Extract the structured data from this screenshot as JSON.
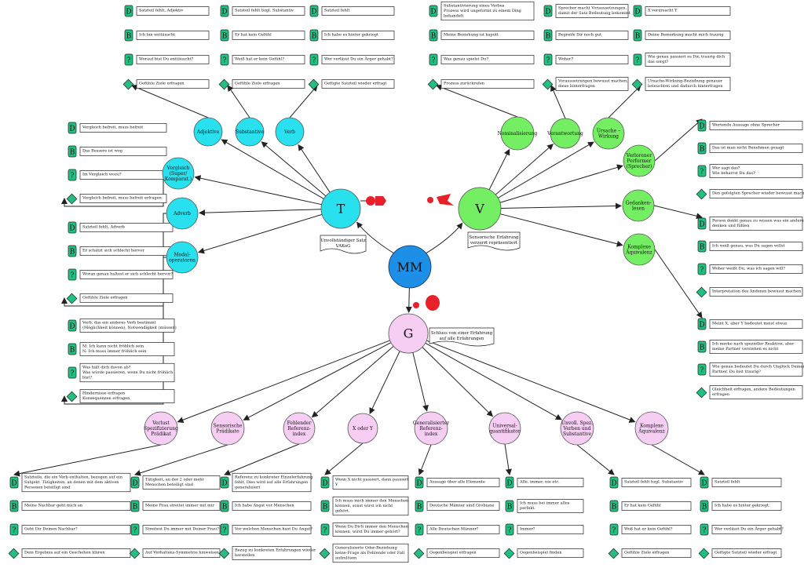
{
  "central": {
    "label": "MM"
  },
  "hubs": [
    {
      "key": "T",
      "label": "T",
      "color": "#29e0ee",
      "caption": [
        "Unvollständiger Satz",
        "VAKoG"
      ]
    },
    {
      "key": "V",
      "label": "V",
      "color": "#74ee62",
      "caption": [
        "Sensorische Erfahrung",
        "verzerrt repräsentiert"
      ]
    },
    {
      "key": "G",
      "label": "G",
      "color": "#f6cdf3",
      "caption": [
        "Schluss von einer Erfahrung",
        "auf alle Erfahrungen"
      ]
    }
  ],
  "branches": [
    {
      "hub": "T",
      "label": [
        "Adjektive"
      ],
      "rows": [
        "Satzteil fehlt, Adjektiv",
        "Ich bin enttäuscht",
        "Worauf bist Du enttäuscht?",
        "Gefühle Ziele erfragen"
      ]
    },
    {
      "hub": "T",
      "label": [
        "Substantive"
      ],
      "rows": [
        "Satzteil fehlt bzgl. Substantiv",
        "Er hat kein Gefühl",
        "Weiß hat er kein Gefühl?",
        "Gefühle Ziele erfragen"
      ]
    },
    {
      "hub": "T",
      "label": [
        "Verb"
      ],
      "rows": [
        "Satzteil fehlt",
        "Ich habe es hinter gekriegt",
        "Wer verlässt Du ein Ärger gehabt?",
        "Gefügte Satzteil wieder erfragt"
      ]
    },
    {
      "hub": "T",
      "label": [
        "Vergleich",
        "(Super/",
        "Komparat.)"
      ],
      "rows": [
        "Vergleich befreit, muss befreit",
        "Das Bessere ist weg",
        "Im Vergleich wozu?",
        "Vergleich befreit, muss befreit erfragen"
      ]
    },
    {
      "hub": "T",
      "label": [
        "Adverb"
      ],
      "rows": [
        "Satzteil fehlt, Adverb",
        "Er schätzt sich schlecht hervor",
        "Woran genau haltest er sich schlecht hervor?",
        "Gefühle Ziele erfragen"
      ]
    },
    {
      "hub": "T",
      "label": [
        "Modal-",
        "operatoren"
      ],
      "rows": [
        "Verb, das ein anderes Verb bestimmt (Möglichkeit können), Notwendigkeit (müssen)",
        "M: Ich kann nicht fröhlich sein / N: Ich muss immer fröhlich sein",
        "Was hält dich davon ab? / Was würde passieren, wenn Du nicht fröhlich bist?",
        "Hindernisse erfragen / Konsequenzen erfragen"
      ]
    },
    {
      "hub": "V",
      "label": [
        "Nominalisierung"
      ],
      "rows": [
        "Substantivierung eines Verbes / Prozess wird ungeformt zu einem Ding behandelt",
        "Meine Beziehung ist kaputt",
        "Was genau spielst Du?",
        "Prozess zurückrufen"
      ]
    },
    {
      "hub": "V",
      "label": [
        "Verantwortung"
      ],
      "rows": [
        "Sprecher macht Voraussetzungen, damit der Satz Bedeutung bekommt",
        "Begreife Dir noch gut",
        "Woher?",
        "Voraussetzungen bewusst machen, diese hinterfragen"
      ]
    },
    {
      "hub": "V",
      "label": [
        "Ursache –",
        "Wirkung"
      ],
      "rows": [
        "X verursacht Y",
        "Deine Bemerkung macht mich traurig",
        "Wie genau passiert es Dir, traurig dich das sorgt?",
        "Ursache-Wirkung-Beziehung genauer beleuchten und dadurch hinterfragen"
      ]
    },
    {
      "hub": "V",
      "label": [
        "Verlorener",
        "Performer",
        "(Sprecher)"
      ],
      "rows": [
        "Wertende Aussage ohne Sprecher",
        "Das ist man nicht Benehmen gesagt",
        "Wer sagt das? / Wie beharrst Du das?",
        "Den gefolgten Sprecher wieder bewusst machen"
      ]
    },
    {
      "hub": "V",
      "label": [
        "Gedanken-",
        "lesen"
      ],
      "rows": [
        "Person denkt genau zu wissen was ein anderer denken und fühlen",
        "Ich weiß genau, was Du sagen willst",
        "Woher weißt Du, was ich sagen will?",
        "Interpretation des Anderen bewusst machen"
      ]
    },
    {
      "hub": "V",
      "label": [
        "Komplexe",
        "Äquivalenz"
      ],
      "rows": [
        "Meint X, aber Y bedeutet meist etwas",
        "Ich merke nach spezieller Reaktion, aber meine Partner verstehen es nicht",
        "Wie genau bedeutet Du durch Unglück Deinen Partner, Du bist traurig?",
        "Gleichheit erfragen, andere Bedeutungen erfragen"
      ]
    },
    {
      "hub": "G",
      "label": [
        "Verlust",
        "Spezifizierung",
        "Prädikat"
      ],
      "rows": [
        "Satzteile, die ein Verb enthalten, bezogen auf ein Subjekt. Tätigkeiten, an denen mit dem aktiven Personen beteiligt sind",
        "Meine Nachbar geht mich an",
        "Geht Dir Deinen Nachbar?",
        "Dein Ergebnis auf ein Geschehen klären"
      ]
    },
    {
      "hub": "G",
      "label": [
        "Sensorische",
        "Prädikate"
      ],
      "rows": [
        "Tätigkeit, an der 2 oder mehr Menschen beteiligt sind",
        "Meine Frau streitet immer mit mir",
        "Streitest Du immer mit Deiner Frau?",
        "Auf Verhaltens-Symmetrie hinweisen"
      ]
    },
    {
      "hub": "G",
      "label": [
        "Fehlender",
        "Referenz-",
        "index"
      ],
      "rows": [
        "Referenz zu konkreter Einzelerfahrung fehlt, Dies wird auf alle Erfahrungen generalisiert",
        "Ich habe Angst vor Menschen",
        "Vor welchen Menschen hast Du Angst?",
        "Bezug zu konkreten Erfahrungen wieder herstellen"
      ]
    },
    {
      "hub": "G",
      "label": [
        "X oder Y"
      ],
      "rows": [
        "Wenn X nicht passiert, dann passiert Y",
        "Ich muss mich immer den Menschen können, sonst wirst ich nicht gehört.",
        "Wenn Du Dich immer den Menschen können, wirst Du immer gehört?",
        "Generalisierte Oder-Beziehung keine-Frage als Fehlende oder Fall aufzulösen"
      ]
    },
    {
      "hub": "G",
      "label": [
        "Generalisierter",
        "Referenz-",
        "index"
      ],
      "rows": [
        "Aussage über alle Elemente",
        "Deutsche Männer sind Grobiane",
        "Alle Deutschen Männer?",
        "Gegenbeispiel erfragen"
      ]
    },
    {
      "hub": "G",
      "label": [
        "Universal-",
        "quantifikator"
      ],
      "rows": [
        "Alle, immer, nie etc.",
        "Ich muss bei immer alles perfekt.",
        "Immer?",
        "Gegenbeispiel finden"
      ]
    },
    {
      "hub": "G",
      "label": [
        "Unvoll. Spez.",
        "Verben und",
        "Substantive"
      ],
      "rows": [
        "Satzteil fehlt bzgl. Substantiv",
        "Er hat kein Gefühl",
        "Woß hat er kein Gefühl?",
        "Gefühle Ziele erfragen"
      ]
    },
    {
      "hub": "G",
      "label": [
        "Komplexe",
        "Äquivalenz"
      ],
      "rows": [
        "Satzteil fehlt",
        "Ich habe es hinter gekriegt.",
        "Wer verlässt Du ein Ärger gehabt?",
        "Gefügte Satzteil wieder erfragt"
      ]
    }
  ],
  "row_markers": [
    "D",
    "B",
    "?",
    "?"
  ],
  "colors": {
    "t_node": "#29e0ee",
    "v_node": "#74ee62",
    "g_node": "#f6cdf3",
    "center": "#1e8fe6",
    "marker": "#20c080",
    "red": "#e8202a"
  }
}
